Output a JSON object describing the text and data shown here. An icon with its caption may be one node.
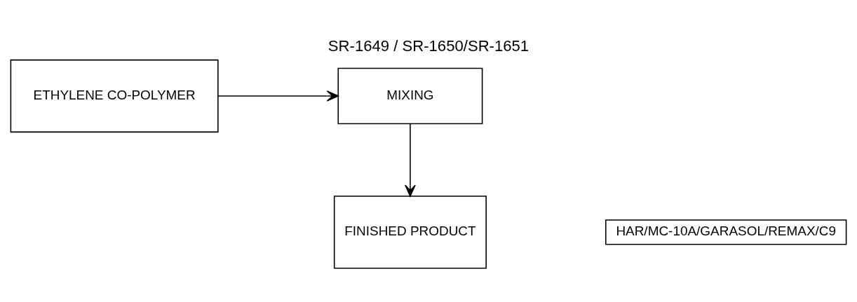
{
  "diagram": {
    "title": "SR-1649 / SR-1650/SR-1651",
    "nodes": [
      {
        "text": [
          "ETHYLENE CO-POLYMER"
        ]
      },
      {
        "text": [
          "HAR/MC-10A/GARASOL/REMAX/C9"
        ]
      },
      {
        "text": [
          "MIXING"
        ]
      },
      {
        "text": [
          "FINISHED PRODUCT"
        ]
      }
    ],
    "edges": [
      {
        "from": 0,
        "to": 2,
        "arrow": "to"
      },
      {
        "from": 2,
        "to": 3,
        "arrow": "to"
      }
    ]
  }
}
